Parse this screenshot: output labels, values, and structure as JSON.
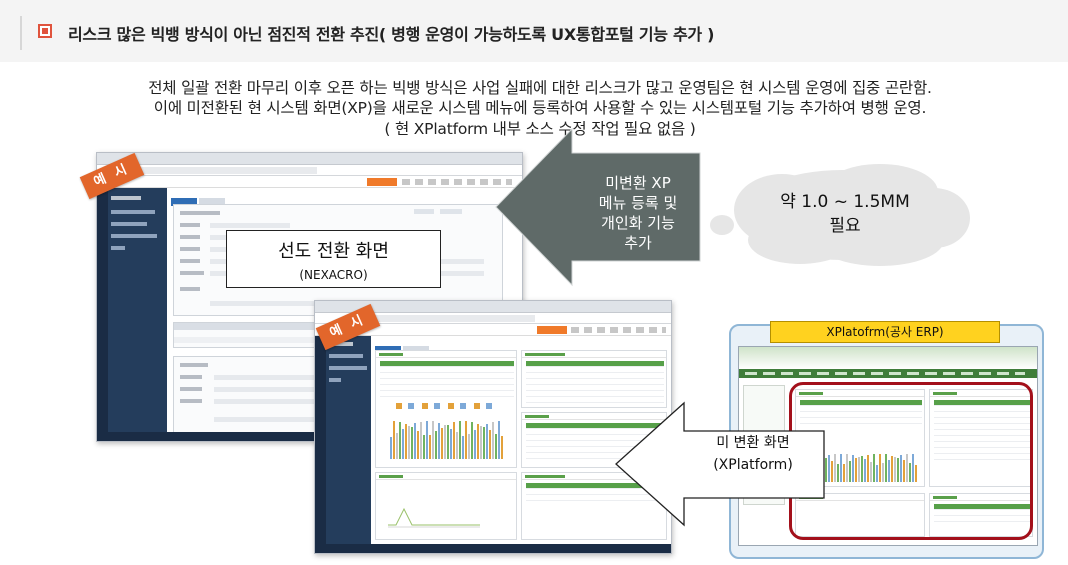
{
  "header": {
    "title": "리스크 많은 빅뱅 방식이 아닌 점진적 전환 추진( 병행 운영이 가능하도록 UX통합포털 기능 추가 )"
  },
  "intro": {
    "line1": "전체 일괄 전환 마무리 이후 오픈 하는 빅뱅 방식은 사업 실패에 대한 리스크가 많고 운영팀은 현 시스템 운영에 집중 곤란함.",
    "line2": "이에 미전환된 현 시스템 화면(XP)을 새로운 시스템 메뉴에 등록하여 사용할 수 있는 시스템포털 기능 추가하여 병행 운영.",
    "line3": "( 현 XPlatform 내부 소스 수정 작업 필요 없음 )"
  },
  "badges": {
    "example1": "예 시",
    "example2": "예 시"
  },
  "nexacro_label": {
    "title": "선도 전환 화면",
    "subtitle": "(NEXACRO)"
  },
  "xp_label": {
    "title": "미 변환 화면",
    "subtitle": "(XPlatform)"
  },
  "big_arrow": {
    "line1": "미변환 XP",
    "line2": "메뉴 등록 및",
    "line3": "개인화 기능",
    "line4": "추가"
  },
  "cloud": {
    "line1": "약 1.0 ~ 1.5MM",
    "line2": "필요"
  },
  "erp": {
    "title": "XPlatofrm(공사 ERP)"
  },
  "colors": {
    "accent_red": "#e0533d",
    "badge_orange": "#e2662b",
    "arrow_gray": "#5f6a68",
    "erp_yellow": "#ffd21f",
    "ring_red": "#a3101b",
    "sidebar_navy": "#243d5c"
  }
}
